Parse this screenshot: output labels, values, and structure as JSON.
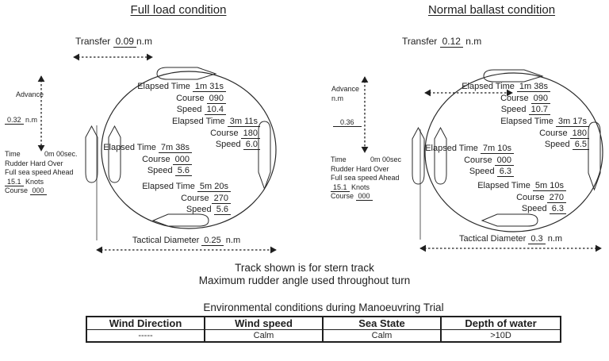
{
  "ink_color": "#1f1f1f",
  "track_line_color": "#8a8a8a",
  "labels": {
    "elapsed": "Elapsed Time",
    "course": "Course",
    "speed": "Speed"
  },
  "diagrams": [
    {
      "title": "Full load condition",
      "transfer": {
        "label": "Transfer",
        "value": "0.09",
        "unit": "n.m"
      },
      "advance": {
        "label": "Advance",
        "sublabel": "",
        "value": "0.32",
        "unit": "n.m"
      },
      "start": {
        "time_label": "Time",
        "time_value": "0m 00sec.",
        "line1": "Rudder Hard Over",
        "line2": "Full sea speed Ahead",
        "speed_value": "15.1",
        "speed_unit": "Knots",
        "course_label": "Course",
        "course_value": "000"
      },
      "points": [
        {
          "elapsed": "1m 31s",
          "course": "090",
          "speed": "10.4"
        },
        {
          "elapsed": "3m 11s",
          "course": "180",
          "speed": "6.0"
        },
        {
          "elapsed": "7m 38s",
          "course": "000",
          "speed": "5.6"
        },
        {
          "elapsed": "5m 20s",
          "course": "270",
          "speed": "5.6"
        }
      ],
      "tactical": {
        "label": "Tactical Diameter",
        "value": "0.25",
        "unit": "n.m"
      }
    },
    {
      "title": "Normal ballast condition",
      "transfer": {
        "label": "Transfer",
        "value": "0.12",
        "unit": "n.m"
      },
      "advance": {
        "label": "Advance",
        "sublabel": "n.m",
        "value": "0.36",
        "unit": ""
      },
      "start": {
        "time_label": "Time",
        "time_value": "0m 00sec",
        "line1": "Rudder Hard Over",
        "line2": "Full sea speed Ahead",
        "speed_value": "15.1",
        "speed_unit": "Knots",
        "course_label": "Course",
        "course_value": "000"
      },
      "points": [
        {
          "elapsed": "1m 38s",
          "course": "090",
          "speed": "10.7"
        },
        {
          "elapsed": "3m 17s",
          "course": "180",
          "speed": "6.5"
        },
        {
          "elapsed": "7m 10s",
          "course": "000",
          "speed": "6.3"
        },
        {
          "elapsed": "5m 10s",
          "course": "270",
          "speed": "6.3"
        }
      ],
      "tactical": {
        "label": "Tactical Diameter",
        "value": "0.3",
        "unit": "n.m"
      }
    }
  ],
  "notes": {
    "line1": "Track shown is for stern track",
    "line2": "Maximum rudder angle used throughout turn"
  },
  "env_table": {
    "title": "Environmental conditions during Manoeuvring Trial",
    "headers": [
      "Wind Direction",
      "Wind speed",
      "Sea State",
      "Depth of water"
    ],
    "values": [
      "-----",
      "Calm",
      "Calm",
      ">10D"
    ]
  }
}
